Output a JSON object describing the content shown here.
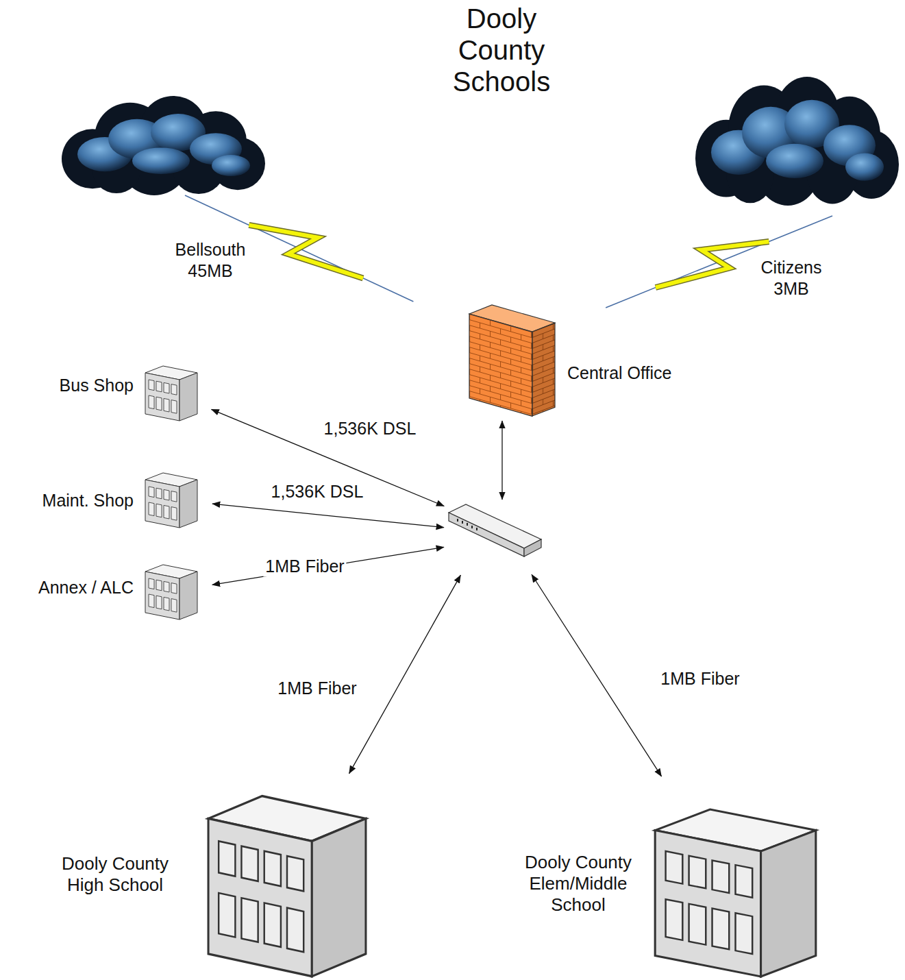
{
  "diagram": {
    "title": "Dooly County Schools",
    "nodes": [
      {
        "text": []
      },
      {
        "text": []
      },
      {
        "text": [
          "Central Office"
        ]
      },
      {
        "text": [
          "Bus Shop"
        ]
      },
      {
        "text": []
      },
      {
        "text": [
          "Maint. Shop"
        ]
      },
      {
        "text": [
          "Annex / ALC"
        ]
      },
      {
        "text": [
          "Dooly County High School"
        ]
      },
      {
        "text": [
          "Dooly County Elem/Middle School"
        ]
      }
    ],
    "edges": [
      {
        "from": 0,
        "to": 2,
        "label": "Bellsouth 45MB",
        "arrow": "none"
      },
      {
        "from": 1,
        "to": 2,
        "label": "Citizens 3MB",
        "arrow": "none"
      },
      {
        "from": 2,
        "to": 4,
        "arrow": "both"
      },
      {
        "from": 3,
        "to": 4,
        "label": "1,536K DSL",
        "arrow": "both"
      },
      {
        "from": 5,
        "to": 4,
        "label": "1,536K DSL",
        "arrow": "both"
      },
      {
        "from": 6,
        "to": 4,
        "label": "1MB Fiber",
        "arrow": "both"
      },
      {
        "from": 4,
        "to": 7,
        "label": "1MB Fiber",
        "arrow": "both"
      },
      {
        "from": 4,
        "to": 8,
        "label": "1MB Fiber",
        "arrow": "both"
      }
    ]
  }
}
